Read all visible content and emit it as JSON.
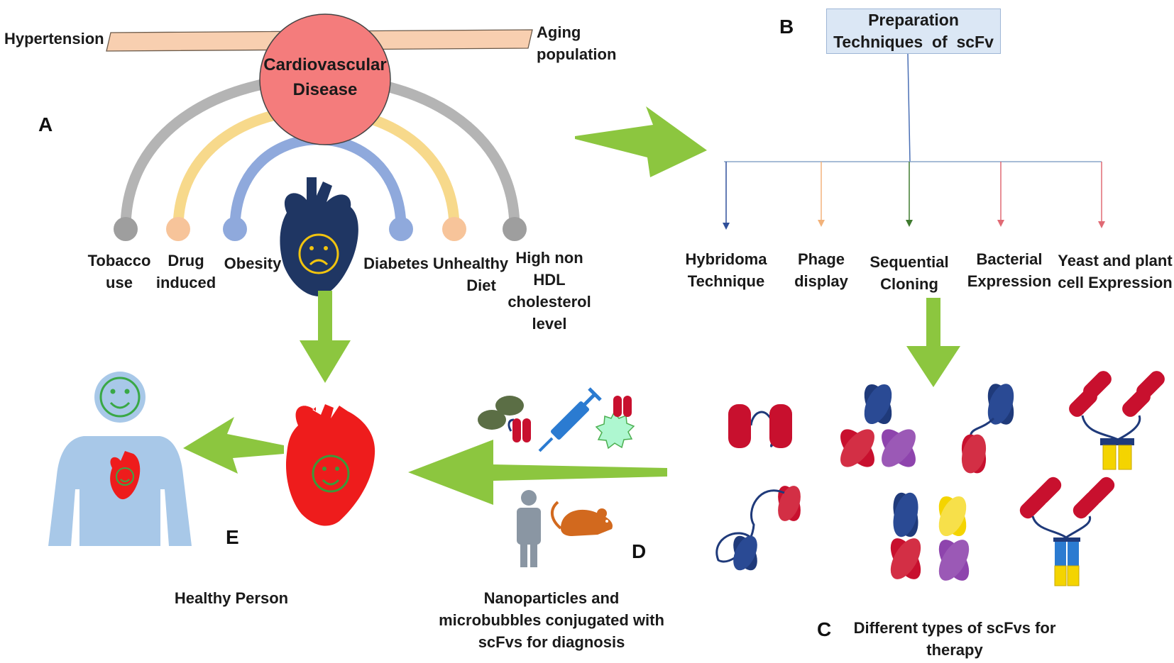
{
  "panels": {
    "a": "A",
    "b": "B",
    "c": "C",
    "d": "D",
    "e": "E"
  },
  "center_node": {
    "line1": "Cardiovascular",
    "line2": "Disease"
  },
  "top_factors": {
    "left": "Hypertension",
    "right_line1": "Aging",
    "right_line2": "population"
  },
  "risk_factors": [
    {
      "line1": "Tobacco",
      "line2": "use",
      "color": "#b4b4b4"
    },
    {
      "line1": "Drug",
      "line2": "induced",
      "color": "#f7d98b"
    },
    {
      "line1": "Obesity",
      "line2": "",
      "color": "#8fa9dc"
    },
    {
      "line1": "Diabetes",
      "line2": "",
      "color": "#8fa9dc"
    },
    {
      "line1": "Unhealthy",
      "line2": "Diet",
      "color": "#f7d98b"
    },
    {
      "line1": "High non",
      "line2": "HDL",
      "line3": "cholesterol",
      "line4": "level",
      "color": "#b4b4b4"
    }
  ],
  "preparation": {
    "title_line1": "Preparation",
    "title_line2": "Techniques  of  scFv",
    "techniques": [
      {
        "line1": "Hybridoma",
        "line2": "Technique",
        "color": "#2f4f9a"
      },
      {
        "line1": "Phage",
        "line2": "display",
        "color": "#f2b27a"
      },
      {
        "line1": "Sequential",
        "line2": "Cloning",
        "color": "#3f7a2f"
      },
      {
        "line1": "Bacterial",
        "line2": "Expression",
        "color": "#e06a74"
      },
      {
        "line1": "Yeast and plant",
        "line2": "cell Expression",
        "color": "#e06a74"
      }
    ]
  },
  "captions": {
    "therapy_line1": "Different types of scFvs for",
    "therapy_line2": "therapy",
    "diagnosis_line1": "Nanoparticles and",
    "diagnosis_line2": "microbubbles conjugated with",
    "diagnosis_line3": "scFvs for diagnosis",
    "healthy": "Healthy Person"
  },
  "colors": {
    "arrow": "#8cc63f",
    "center_node": "#f47c7c",
    "sick_heart": "#1f3663",
    "healthy_heart": "#ee1c1c",
    "person": "#a8c8e8",
    "scfv_red": "#c8102e",
    "scfv_navy": "#1f3a7a",
    "scfv_purple": "#8e44ad",
    "scfv_yellow": "#f4d400"
  }
}
